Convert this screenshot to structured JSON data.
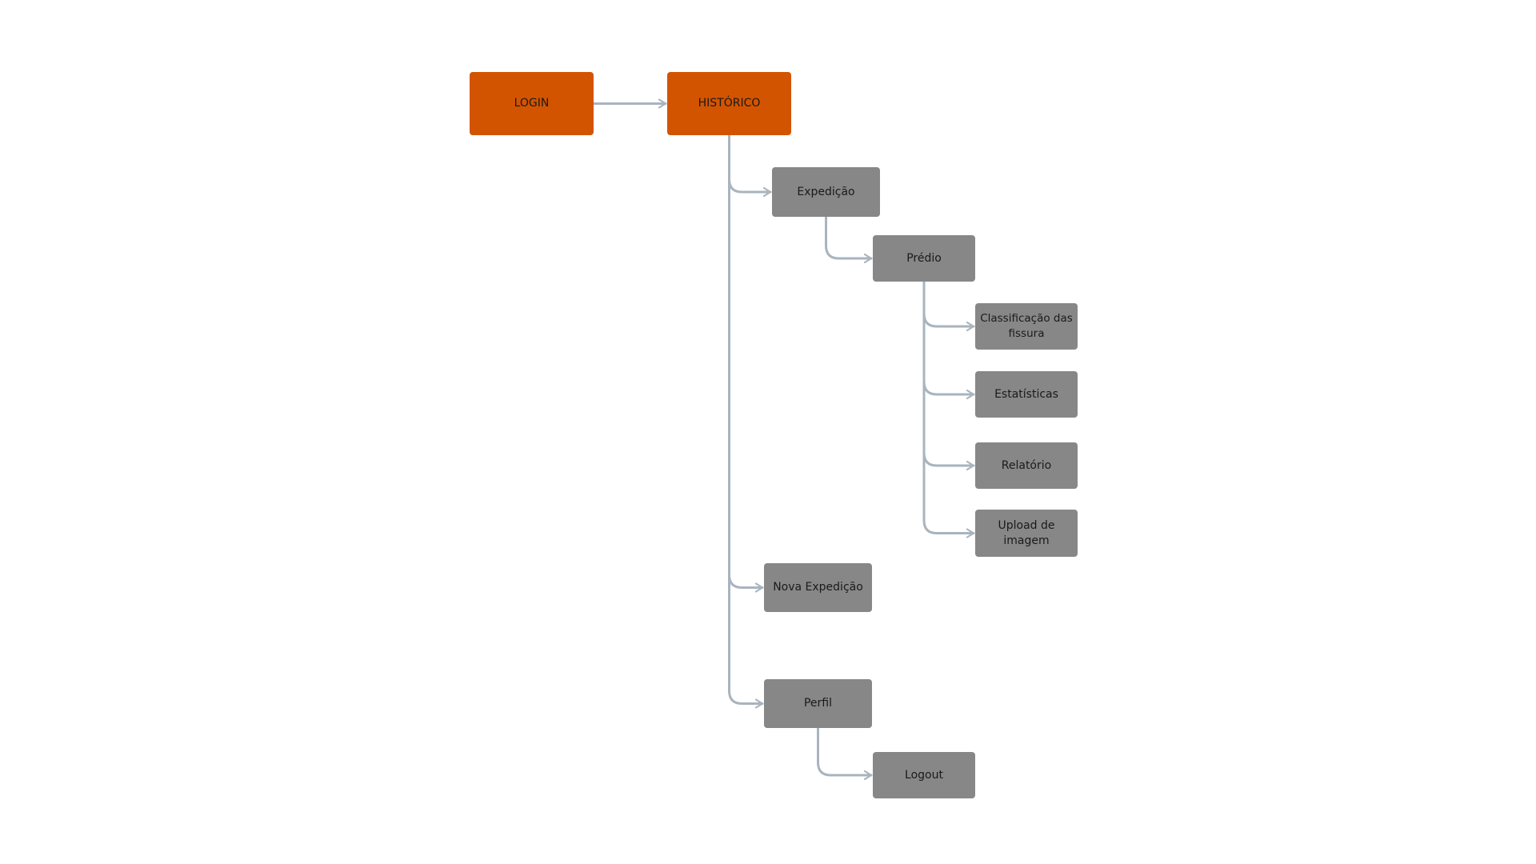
{
  "diagram": {
    "nodes": {
      "login": "LOGIN",
      "historico": "HISTÓRICO",
      "expedicao": "Expedição",
      "predio": "Prédio",
      "classificacao": "Classificação das fissura",
      "estatisticas": "Estatísticas",
      "relatorio": "Relatório",
      "upload": "Upload de imagem",
      "nova_expedicao": "Nova Expedição",
      "perfil": "Perfil",
      "logout": "Logout"
    },
    "edges": [
      {
        "from": "login",
        "to": "historico"
      },
      {
        "from": "historico",
        "to": "expedicao"
      },
      {
        "from": "expedicao",
        "to": "predio"
      },
      {
        "from": "predio",
        "to": "classificacao"
      },
      {
        "from": "predio",
        "to": "estatisticas"
      },
      {
        "from": "predio",
        "to": "relatorio"
      },
      {
        "from": "predio",
        "to": "upload"
      },
      {
        "from": "historico",
        "to": "nova_expedicao"
      },
      {
        "from": "historico",
        "to": "perfil"
      },
      {
        "from": "perfil",
        "to": "logout"
      }
    ],
    "colors": {
      "primary_node": "#d35400",
      "secondary_node": "#878787",
      "connector": "#a9b4be",
      "text": "#1a1a1a"
    }
  }
}
